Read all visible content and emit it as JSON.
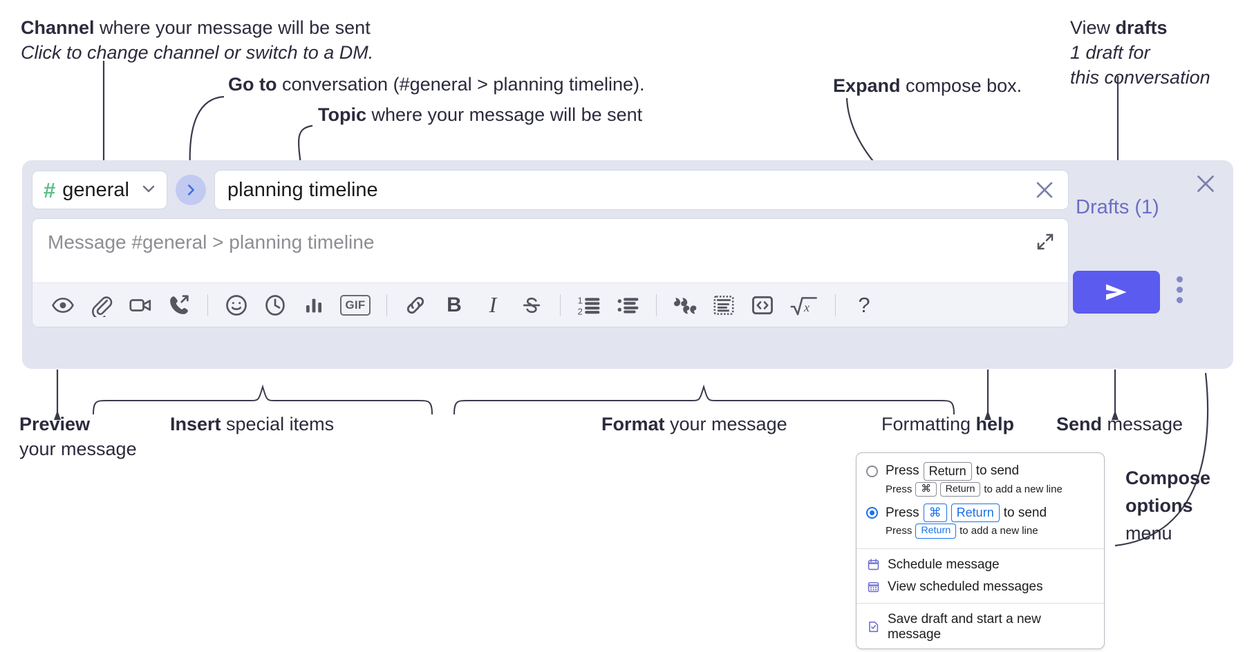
{
  "annotations": {
    "channel": {
      "bold": "Channel",
      "rest": " where your message will be sent",
      "sub": "Click to change channel or switch to a DM."
    },
    "goto": {
      "bold": "Go to",
      "rest": " conversation (#general > planning timeline)."
    },
    "topic": {
      "bold": "Topic",
      "rest": " where your message will be sent"
    },
    "expand": {
      "bold": "Expand",
      "rest": " compose box."
    },
    "drafts": {
      "pre": "View ",
      "bold": "drafts",
      "sub1": "1 draft for",
      "sub2": "this conversation"
    },
    "preview": {
      "bold": "Preview",
      "line2": "your message"
    },
    "insert": {
      "bold": "Insert",
      "rest": " special items"
    },
    "format": {
      "bold": "Format",
      "rest": " your message"
    },
    "help": {
      "pre": "Formatting ",
      "bold": "help"
    },
    "send": {
      "bold": "Send",
      "rest": " message"
    },
    "compose_options": {
      "bold1": "Compose",
      "bold2": "options",
      "rest": "menu"
    }
  },
  "compose": {
    "channel": {
      "hash": "#",
      "name": "general",
      "chevron_icon": "chevron-down-icon"
    },
    "goto_button": {
      "icon": "chevron-right-icon"
    },
    "topic": {
      "value": "planning timeline",
      "clear_icon": "close-icon"
    },
    "message": {
      "placeholder": "Message #general > planning timeline",
      "value": "",
      "expand_icon": "expand-icon"
    },
    "close_icon": "close-icon",
    "drafts_label": "Drafts (1)",
    "send_icon": "send-paper-plane-icon",
    "kebab_icon": "more-options-vertical-icon",
    "toolbar": [
      {
        "name": "preview-button",
        "icon": "eye-icon",
        "type": "svg"
      },
      {
        "name": "attach-file-button",
        "icon": "paperclip-icon",
        "type": "svg"
      },
      {
        "name": "record-video-button",
        "icon": "video-camera-icon",
        "type": "svg"
      },
      {
        "name": "record-audio-button",
        "icon": "phone-forward-icon",
        "type": "svg"
      },
      {
        "name": "separator-1",
        "icon": "divider",
        "type": "sep"
      },
      {
        "name": "emoji-button",
        "icon": "smiley-icon",
        "type": "svg"
      },
      {
        "name": "schedule-button",
        "icon": "clock-icon",
        "type": "svg"
      },
      {
        "name": "poll-button",
        "icon": "bar-chart-icon",
        "type": "svg"
      },
      {
        "name": "gif-button",
        "icon": "gif-icon",
        "type": "text",
        "label": "GIF"
      },
      {
        "name": "separator-2",
        "icon": "divider",
        "type": "sep"
      },
      {
        "name": "link-button",
        "icon": "link-icon",
        "type": "svg"
      },
      {
        "name": "bold-button",
        "icon": "bold-icon",
        "type": "text",
        "label": "B"
      },
      {
        "name": "italic-button",
        "icon": "italic-icon",
        "type": "text",
        "label": "I"
      },
      {
        "name": "strikethrough-button",
        "icon": "strikethrough-icon",
        "type": "svg"
      },
      {
        "name": "separator-3",
        "icon": "divider",
        "type": "sep"
      },
      {
        "name": "ordered-list-button",
        "icon": "ordered-list-icon",
        "type": "svg"
      },
      {
        "name": "bulleted-list-button",
        "icon": "bulleted-list-icon",
        "type": "svg"
      },
      {
        "name": "separator-4",
        "icon": "divider",
        "type": "sep"
      },
      {
        "name": "blockquote-button",
        "icon": "quote-icon",
        "type": "svg"
      },
      {
        "name": "code-block-button",
        "icon": "code-block-icon",
        "type": "svg"
      },
      {
        "name": "code-button",
        "icon": "code-inline-icon",
        "type": "svg"
      },
      {
        "name": "math-button",
        "icon": "square-root-icon",
        "type": "svg"
      },
      {
        "name": "separator-5",
        "icon": "divider",
        "type": "sep"
      },
      {
        "name": "formatting-help-button",
        "icon": "question-mark-icon",
        "type": "text",
        "label": "?"
      }
    ]
  },
  "popup": {
    "option_1": {
      "main_pre": "Press",
      "main_key": "Return",
      "main_post": "to send",
      "sub_pre": "Press",
      "sub_key1": "⌘",
      "sub_key2": "Return",
      "sub_post": "to add a new line",
      "selected": false
    },
    "option_2": {
      "main_pre": "Press",
      "main_key1": "⌘",
      "main_key2": "Return",
      "main_post": "to send",
      "sub_pre": "Press",
      "sub_key": "Return",
      "sub_post": "to add a new line",
      "selected": true
    },
    "items": [
      {
        "label": "Schedule message",
        "icon": "calendar-icon"
      },
      {
        "label": "View scheduled messages",
        "icon": "calendar-grid-icon"
      },
      {
        "label": "Save draft and start a new message",
        "icon": "document-check-icon"
      }
    ]
  },
  "colors": {
    "compose_bg": "#e2e4f0",
    "accent_send": "#5b5bf0",
    "drafts_text": "#6b6fc4",
    "hash_green": "#5dc08a",
    "goto_blue": "#c2caf2",
    "radio_blue": "#1a72e8",
    "menu_icon_purple": "#6d6fd0"
  }
}
